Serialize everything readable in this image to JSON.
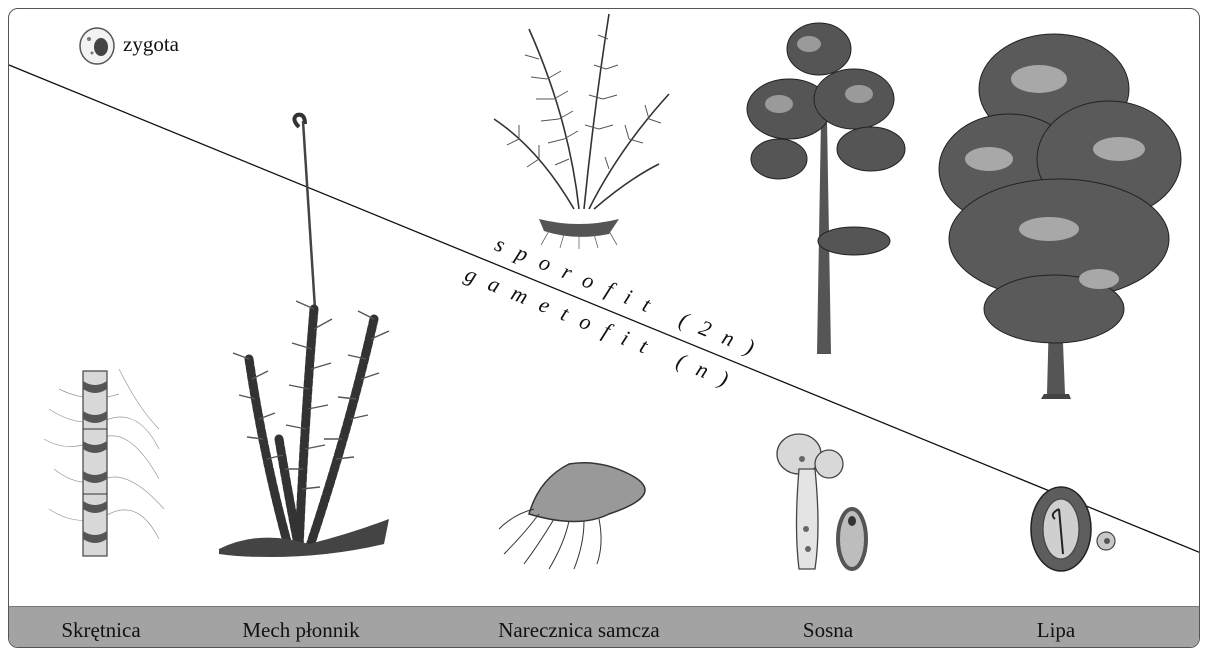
{
  "zygote_label": "zygota",
  "sporophyte_label": "sporofit (2n)",
  "gametophyte_label": "gametofit (n)",
  "plants": [
    {
      "name": "Skrętnica"
    },
    {
      "name": "Mech płonnik"
    },
    {
      "name": "Narecznica samcza"
    },
    {
      "name": "Sosna"
    },
    {
      "name": "Lipa"
    }
  ],
  "colors": {
    "bar": "#a3a3a3",
    "line": "#111111"
  }
}
